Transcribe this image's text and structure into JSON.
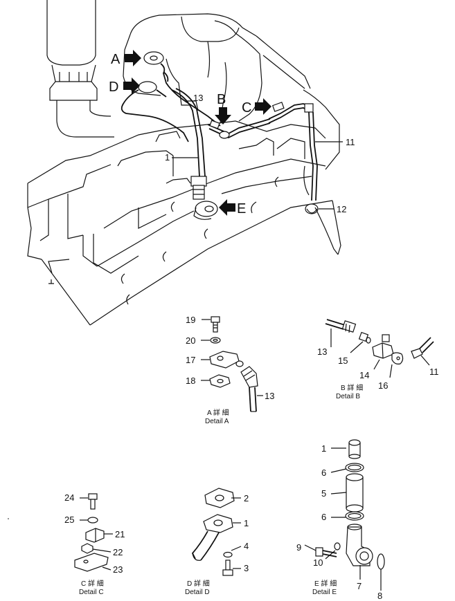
{
  "views": {
    "A": "A",
    "B": "B",
    "C": "C",
    "D": "D",
    "E": "E"
  },
  "callouts": {
    "main_1": "1",
    "main_13": "13",
    "main_11": "11",
    "main_12": "12",
    "a_19": "19",
    "a_20": "20",
    "a_17": "17",
    "a_18": "18",
    "a_13": "13",
    "b_13": "13",
    "b_15": "15",
    "b_14": "14",
    "b_16": "16",
    "b_11": "11",
    "c_24": "24",
    "c_25": "25",
    "c_21": "21",
    "c_22": "22",
    "c_23": "23",
    "d_2": "2",
    "d_1": "1",
    "d_4": "4",
    "d_3": "3",
    "e_1": "1",
    "e_6a": "6",
    "e_5": "5",
    "e_6b": "6",
    "e_9": "9",
    "e_10": "10",
    "e_7": "7",
    "e_8": "8"
  },
  "captions": {
    "a_jp": "A 詳 細",
    "a_en": "Detail A",
    "b_jp": "B 詳 細",
    "b_en": "Detail B",
    "c_jp": "C 詳 細",
    "c_en": "Detail C",
    "d_jp": "D 詳 細",
    "d_en": "Detail D",
    "e_jp": "E 詳 細",
    "e_en": "Detail E"
  },
  "icons": {
    "view_arrow": "right-arrow-icon",
    "down_arrow": "down-arrow-icon",
    "left_arrow": "left-arrow-icon"
  }
}
